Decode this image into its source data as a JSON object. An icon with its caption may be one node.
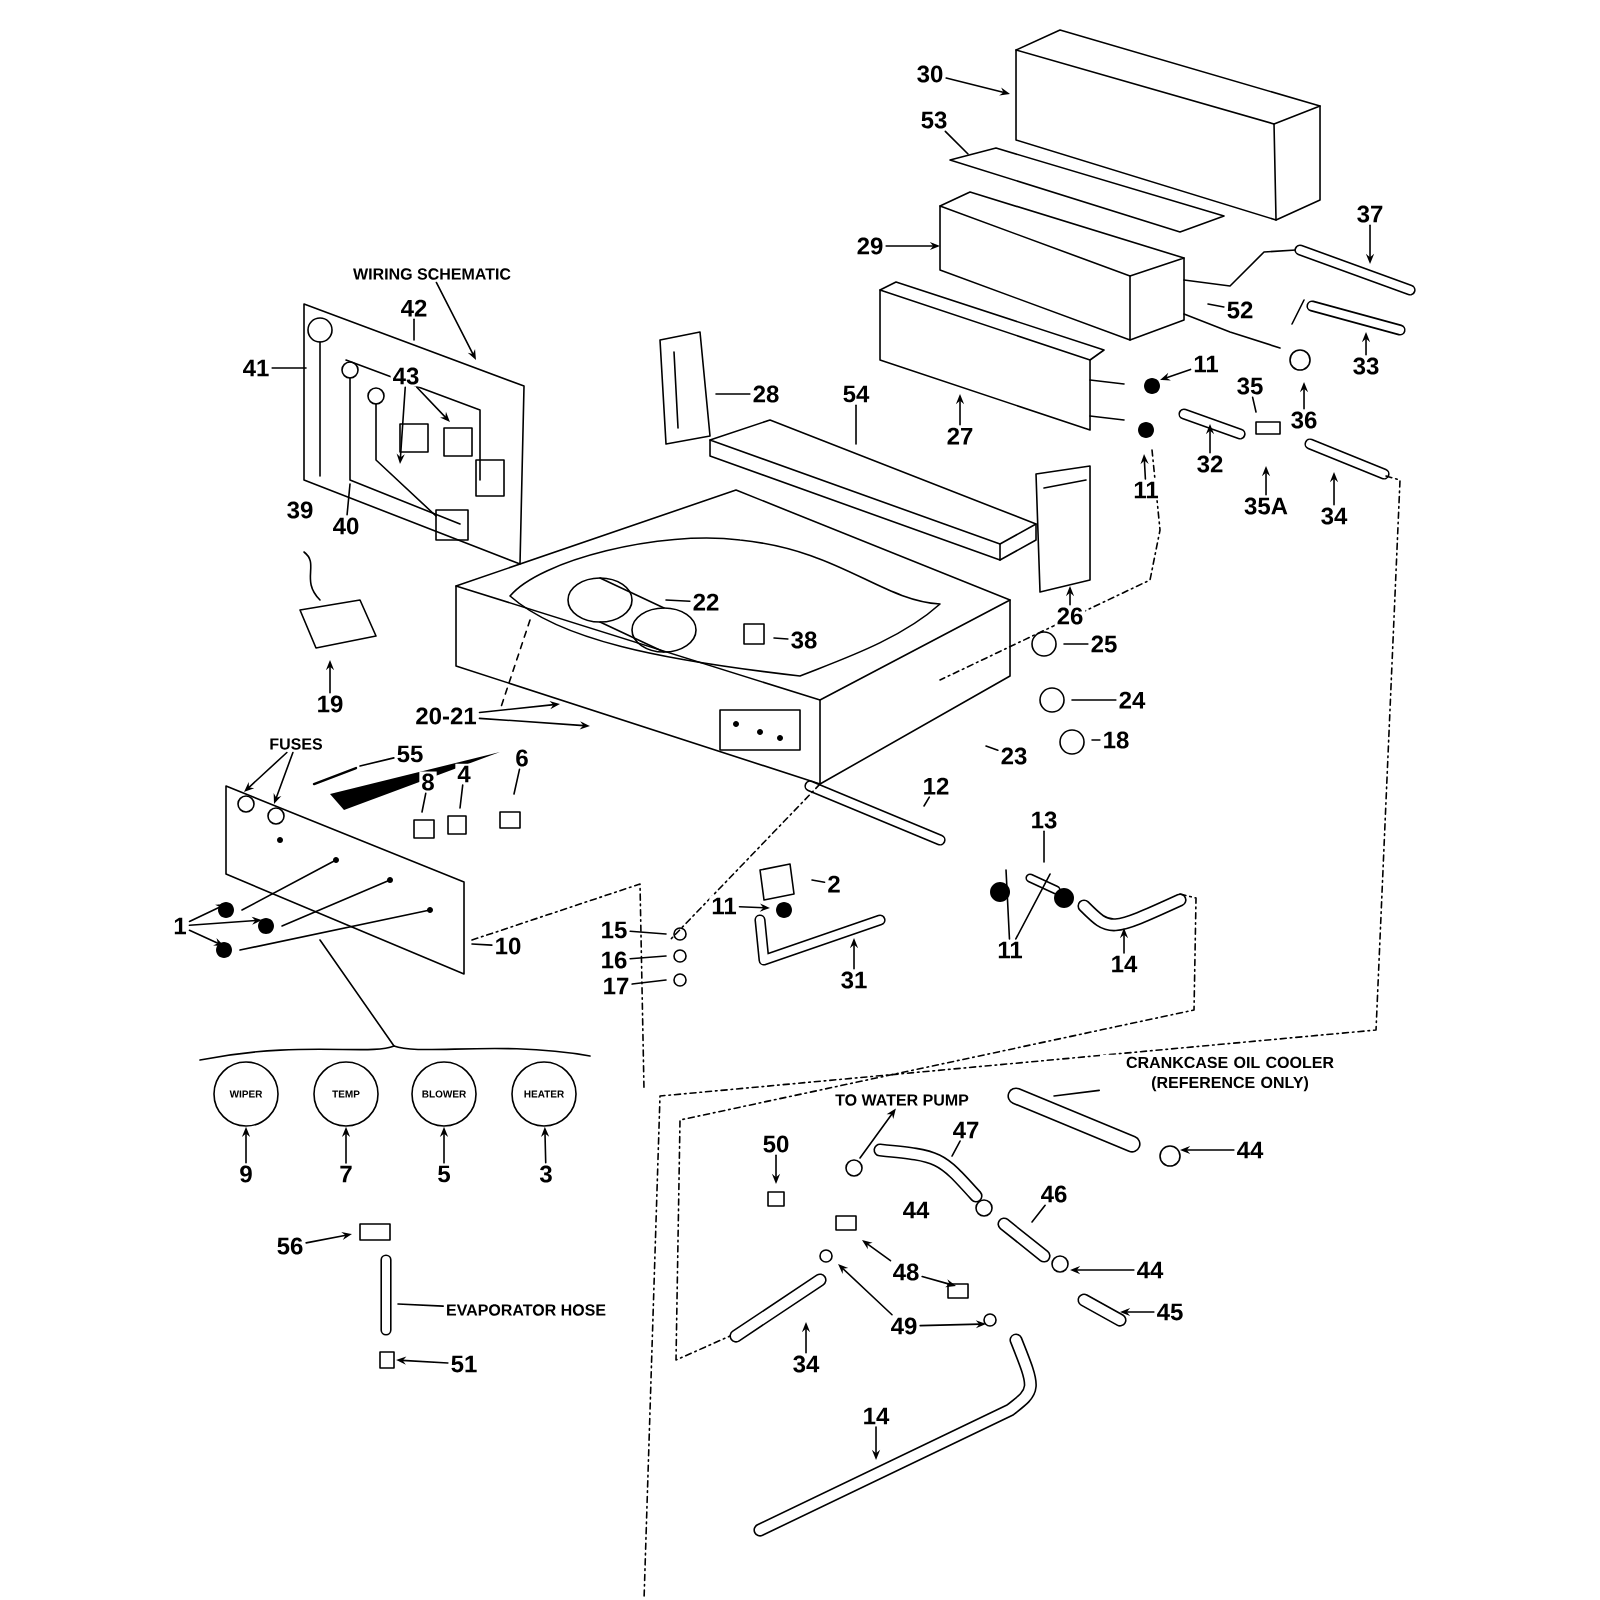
{
  "diagram": {
    "nodes": [
      {
        "text": [
          "30"
        ]
      },
      {
        "text": [
          "53"
        ]
      },
      {
        "text": [
          "37"
        ]
      },
      {
        "text": [
          "29"
        ]
      },
      {
        "text": [
          "WIRING SCHEMATIC"
        ]
      },
      {
        "text": [
          "42"
        ]
      },
      {
        "text": [
          "52"
        ]
      },
      {
        "text": [
          "41"
        ]
      },
      {
        "text": [
          "33"
        ]
      },
      {
        "text": [
          "11"
        ]
      },
      {
        "text": [
          "43"
        ]
      },
      {
        "text": [
          "35"
        ]
      },
      {
        "text": [
          "28"
        ]
      },
      {
        "text": [
          "54"
        ]
      },
      {
        "text": [
          "36"
        ]
      },
      {
        "text": [
          "27"
        ]
      },
      {
        "text": [
          "32"
        ]
      },
      {
        "text": [
          "11"
        ]
      },
      {
        "text": [
          "35A"
        ]
      },
      {
        "text": [
          "34"
        ]
      },
      {
        "text": [
          "40"
        ]
      },
      {
        "text": [
          "22"
        ]
      },
      {
        "text": [
          "26"
        ]
      },
      {
        "text": [
          "38"
        ]
      },
      {
        "text": [
          "25"
        ]
      },
      {
        "text": [
          "24"
        ]
      },
      {
        "text": [
          "19"
        ]
      },
      {
        "text": [
          "20-21"
        ]
      },
      {
        "text": [
          "18"
        ]
      },
      {
        "text": [
          "FUSES"
        ]
      },
      {
        "text": [
          "55"
        ]
      },
      {
        "text": [
          "23"
        ]
      },
      {
        "text": [
          "6"
        ]
      },
      {
        "text": [
          "12"
        ]
      },
      {
        "text": [
          "8"
        ]
      },
      {
        "text": [
          "4"
        ]
      },
      {
        "text": [
          "13"
        ]
      },
      {
        "text": [
          "2"
        ]
      },
      {
        "text": [
          "11"
        ]
      },
      {
        "text": [
          "1"
        ]
      },
      {
        "text": [
          "15"
        ]
      },
      {
        "text": [
          "10"
        ]
      },
      {
        "text": [
          "11"
        ]
      },
      {
        "text": [
          "16"
        ]
      },
      {
        "text": [
          "14"
        ]
      },
      {
        "text": [
          "31"
        ]
      },
      {
        "text": [
          "17"
        ]
      },
      {
        "text": [
          "CRANKCASE OIL COOLER (REFERENCE ONLY)"
        ]
      },
      {
        "text": [
          "WIPER"
        ]
      },
      {
        "text": [
          "TEMP"
        ]
      },
      {
        "text": [
          "BLOWER"
        ]
      },
      {
        "text": [
          "HEATER"
        ]
      },
      {
        "text": [
          "TO WATER PUMP"
        ]
      },
      {
        "text": [
          "47"
        ]
      },
      {
        "text": [
          "50"
        ]
      },
      {
        "text": [
          "44"
        ]
      },
      {
        "text": [
          "9"
        ]
      },
      {
        "text": [
          "7"
        ]
      },
      {
        "text": [
          "5"
        ]
      },
      {
        "text": [
          "3"
        ]
      },
      {
        "text": [
          "46"
        ]
      },
      {
        "text": [
          "56"
        ]
      },
      {
        "text": [
          "48"
        ]
      },
      {
        "text": [
          "44"
        ]
      },
      {
        "text": [
          "EVAPORATOR HOSE"
        ]
      },
      {
        "text": [
          "45"
        ]
      },
      {
        "text": [
          "49"
        ]
      },
      {
        "text": [
          "34"
        ]
      },
      {
        "text": [
          "51"
        ]
      },
      {
        "text": [
          "14"
        ]
      }
    ],
    "edges": [
      {
        "from": 0,
        "to": null,
        "arrow": "to"
      },
      {
        "from": 1,
        "to": null,
        "arrow": "none"
      },
      {
        "from": 2,
        "to": null,
        "arrow": "to"
      },
      {
        "from": 3,
        "to": null,
        "arrow": "to"
      },
      {
        "from": 4,
        "to": null,
        "arrow": "to"
      },
      {
        "from": 5,
        "to": null,
        "arrow": "none"
      },
      {
        "from": 6,
        "to": null,
        "arrow": "none"
      },
      {
        "from": 7,
        "to": null,
        "arrow": "none"
      },
      {
        "from": 8,
        "to": null,
        "arrow": "to"
      },
      {
        "from": 9,
        "to": null,
        "arrow": "to"
      },
      {
        "from": 10,
        "to": null,
        "arrow": "to"
      },
      {
        "from": 10,
        "to": null,
        "arrow": "to"
      },
      {
        "from": 11,
        "to": null,
        "arrow": "none"
      },
      {
        "from": 12,
        "to": null,
        "arrow": "none"
      },
      {
        "from": 13,
        "to": null,
        "arrow": "none"
      },
      {
        "from": 14,
        "to": null,
        "arrow": "to"
      },
      {
        "from": 15,
        "to": null,
        "arrow": "to"
      },
      {
        "from": 16,
        "to": null,
        "arrow": "to"
      },
      {
        "from": 17,
        "to": null,
        "arrow": "to"
      },
      {
        "from": 18,
        "to": null,
        "arrow": "to"
      },
      {
        "from": 19,
        "to": null,
        "arrow": "to"
      },
      {
        "from": 20,
        "to": null,
        "arrow": "none"
      },
      {
        "from": 21,
        "to": null,
        "arrow": "none"
      },
      {
        "from": 22,
        "to": null,
        "arrow": "to"
      },
      {
        "from": 23,
        "to": null,
        "arrow": "none"
      },
      {
        "from": 24,
        "to": null,
        "arrow": "none"
      },
      {
        "from": 25,
        "to": null,
        "arrow": "none"
      },
      {
        "from": 26,
        "to": null,
        "arrow": "to"
      },
      {
        "from": 27,
        "to": null,
        "arrow": "to"
      },
      {
        "from": 27,
        "to": null,
        "arrow": "to"
      },
      {
        "from": 28,
        "to": null,
        "arrow": "none"
      },
      {
        "from": 29,
        "to": null,
        "arrow": "to"
      },
      {
        "from": 29,
        "to": null,
        "arrow": "to"
      },
      {
        "from": 30,
        "to": null,
        "arrow": "none"
      },
      {
        "from": 31,
        "to": null,
        "arrow": "none"
      },
      {
        "from": 32,
        "to": null,
        "arrow": "none"
      },
      {
        "from": 33,
        "to": null,
        "arrow": "none"
      },
      {
        "from": 34,
        "to": null,
        "arrow": "none"
      },
      {
        "from": 35,
        "to": null,
        "arrow": "none"
      },
      {
        "from": 36,
        "to": null,
        "arrow": "none"
      },
      {
        "from": 37,
        "to": null,
        "arrow": "none"
      },
      {
        "from": 38,
        "to": null,
        "arrow": "to"
      },
      {
        "from": 39,
        "to": null,
        "arrow": "to"
      },
      {
        "from": 39,
        "to": null,
        "arrow": "to"
      },
      {
        "from": 39,
        "to": null,
        "arrow": "to"
      },
      {
        "from": 40,
        "to": null,
        "arrow": "none"
      },
      {
        "from": 41,
        "to": null,
        "arrow": "none"
      },
      {
        "from": 42,
        "to": null,
        "arrow": "none"
      },
      {
        "from": 42,
        "to": null,
        "arrow": "none"
      },
      {
        "from": 43,
        "to": null,
        "arrow": "none"
      },
      {
        "from": 44,
        "to": null,
        "arrow": "to"
      },
      {
        "from": 45,
        "to": null,
        "arrow": "to"
      },
      {
        "from": 46,
        "to": null,
        "arrow": "none"
      },
      {
        "from": 47,
        "to": null,
        "arrow": "none"
      },
      {
        "from": 56,
        "to": 48,
        "arrow": "to"
      },
      {
        "from": 57,
        "to": 49,
        "arrow": "to"
      },
      {
        "from": 58,
        "to": 50,
        "arrow": "to"
      },
      {
        "from": 59,
        "to": 51,
        "arrow": "to"
      },
      {
        "from": null,
        "to": 52,
        "arrow": "to"
      },
      {
        "from": 53,
        "to": null,
        "arrow": "none"
      },
      {
        "from": 54,
        "to": null,
        "arrow": "to"
      },
      {
        "from": 55,
        "to": null,
        "arrow": "to"
      },
      {
        "from": 60,
        "to": null,
        "arrow": "none"
      },
      {
        "from": 61,
        "to": null,
        "arrow": "to"
      },
      {
        "from": 62,
        "to": null,
        "arrow": "to"
      },
      {
        "from": 62,
        "to": null,
        "arrow": "to"
      },
      {
        "from": 63,
        "to": null,
        "arrow": "to"
      },
      {
        "from": 64,
        "to": null,
        "arrow": "none"
      },
      {
        "from": 65,
        "to": null,
        "arrow": "to"
      },
      {
        "from": 66,
        "to": null,
        "arrow": "to"
      },
      {
        "from": 66,
        "to": null,
        "arrow": "to"
      },
      {
        "from": 67,
        "to": null,
        "arrow": "to"
      },
      {
        "from": 68,
        "to": null,
        "arrow": "to"
      },
      {
        "from": 69,
        "to": null,
        "arrow": "to"
      }
    ],
    "labels": [
      "39",
      "44"
    ]
  }
}
